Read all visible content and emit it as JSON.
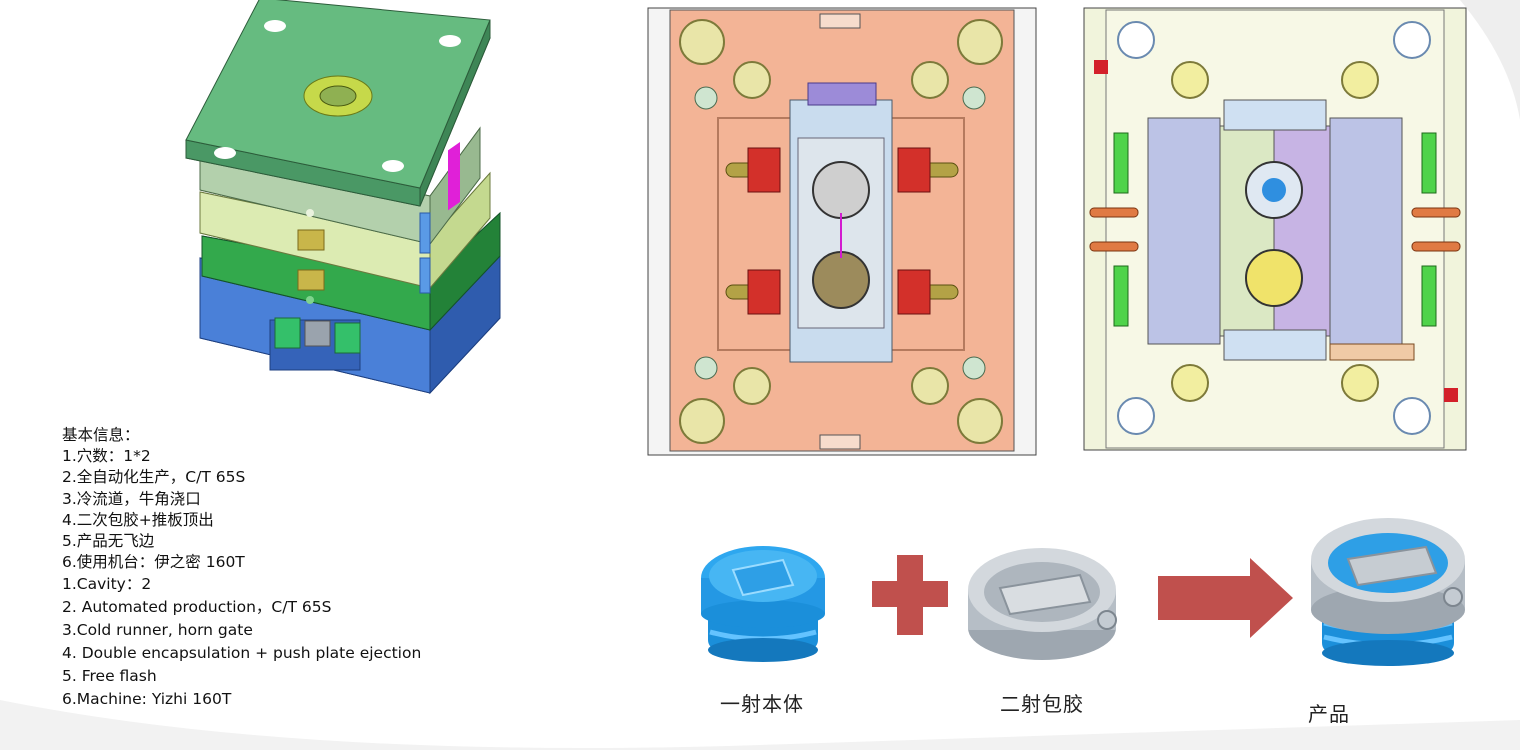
{
  "spec": {
    "heading": "基本信息：",
    "zh_items": [
      "1.穴数：1*2",
      "2.全自动化生产，C/T 65S",
      "3.冷流道，牛角浇口",
      "4.二次包胶+推板顶出",
      "5.产品无飞边",
      "6.使用机台：伊之密 160T"
    ],
    "en_items": [
      "1.Cavity：2",
      "2. Automated production，C/T 65S",
      "3.Cold runner, horn gate",
      "4. Double encapsulation + push plate ejection",
      "5. Free flash",
      "6.Machine: Yizhi 160T"
    ]
  },
  "process": {
    "first_shot_label": "一射本体",
    "second_shot_label": "二射包胶",
    "product_label": "产品"
  },
  "colors": {
    "top_plate": "#5fb27a",
    "plate_mid": "#a9c9a2",
    "plate_yellow": "#d5e8a8",
    "plate_green": "#2e9a45",
    "base_blue": "#3b6fc8",
    "cavity_plate": "#f3b496",
    "core_plate": "#f1f4dc",
    "part_blue": "#1e9be6",
    "part_grey": "#c7cdd3",
    "arrow_red": "#c0504d"
  }
}
